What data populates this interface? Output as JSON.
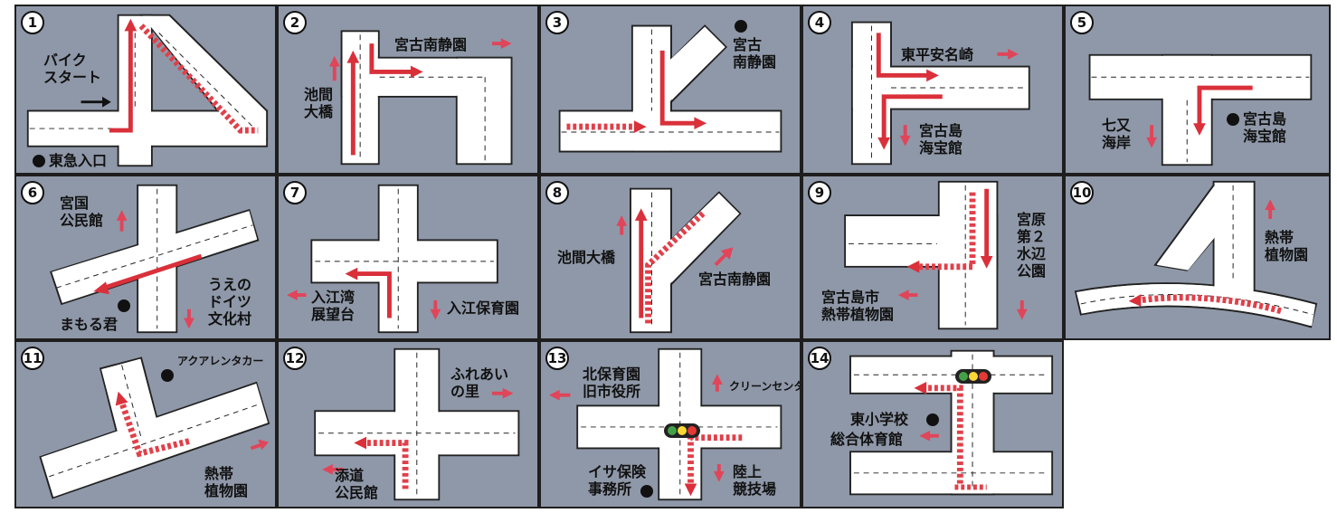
{
  "panels": [
    {
      "number": "1",
      "labels": {
        "start": [
          "バイク",
          "スタート"
        ],
        "landmark": "東急入口"
      }
    },
    {
      "number": "2",
      "labels": {
        "right": "宮古南静園",
        "left": [
          "池間",
          "大橋"
        ]
      }
    },
    {
      "number": "3",
      "labels": {
        "landmark": [
          "宮古",
          "南静園"
        ]
      }
    },
    {
      "number": "4",
      "labels": {
        "right": "東平安名崎",
        "down": [
          "宮古島",
          "海宝館"
        ]
      }
    },
    {
      "number": "5",
      "labels": {
        "left": [
          "七又",
          "海岸"
        ],
        "landmark": [
          "宮古島",
          "海宝館"
        ]
      }
    },
    {
      "number": "6",
      "labels": {
        "up": [
          "宮国",
          "公民館"
        ],
        "landmark": "まもる君",
        "down": [
          "うえの",
          "ドイツ",
          "文化村"
        ]
      }
    },
    {
      "number": "7",
      "labels": {
        "left": [
          "入江湾",
          "展望台"
        ],
        "down": "入江保育園"
      }
    },
    {
      "number": "8",
      "labels": {
        "up": "池間大橋",
        "right": "宮古南静園"
      }
    },
    {
      "number": "9",
      "labels": {
        "down": [
          "宮原",
          "第２",
          "水辺",
          "公園"
        ],
        "left": [
          "宮古島市",
          "熱帯植物園"
        ]
      }
    },
    {
      "number": "10",
      "labels": {
        "up": [
          "熱帯",
          "植物園"
        ]
      }
    },
    {
      "number": "11",
      "labels": {
        "landmark": "アクアレンタカー",
        "right": [
          "熱帯",
          "植物園"
        ]
      }
    },
    {
      "number": "12",
      "labels": {
        "right": [
          "ふれあい",
          "の里"
        ],
        "left": [
          "添道",
          "公民館"
        ]
      }
    },
    {
      "number": "13",
      "labels": {
        "left": [
          "北保育園",
          "旧市役所"
        ],
        "up": "クリーンセンター",
        "landmark": [
          "イサ保険",
          "事務所"
        ],
        "down": [
          "陸上",
          "競技場"
        ]
      }
    },
    {
      "number": "14",
      "labels": {
        "landmark": "東小学校",
        "left": "総合体育館"
      }
    }
  ],
  "colors": {
    "panel_bg": "#8f98a8",
    "road": "#ffffff",
    "route_solid": "#d9303a",
    "route_dashed": "#e0404a",
    "arrow_text": "#e0455a",
    "signal_red": "#e53935",
    "signal_yellow": "#fdd835",
    "signal_green": "#43a047"
  },
  "icons": [
    "route-arrow-icon",
    "direction-arrow-icon",
    "landmark-dot-icon",
    "traffic-light-icon"
  ]
}
